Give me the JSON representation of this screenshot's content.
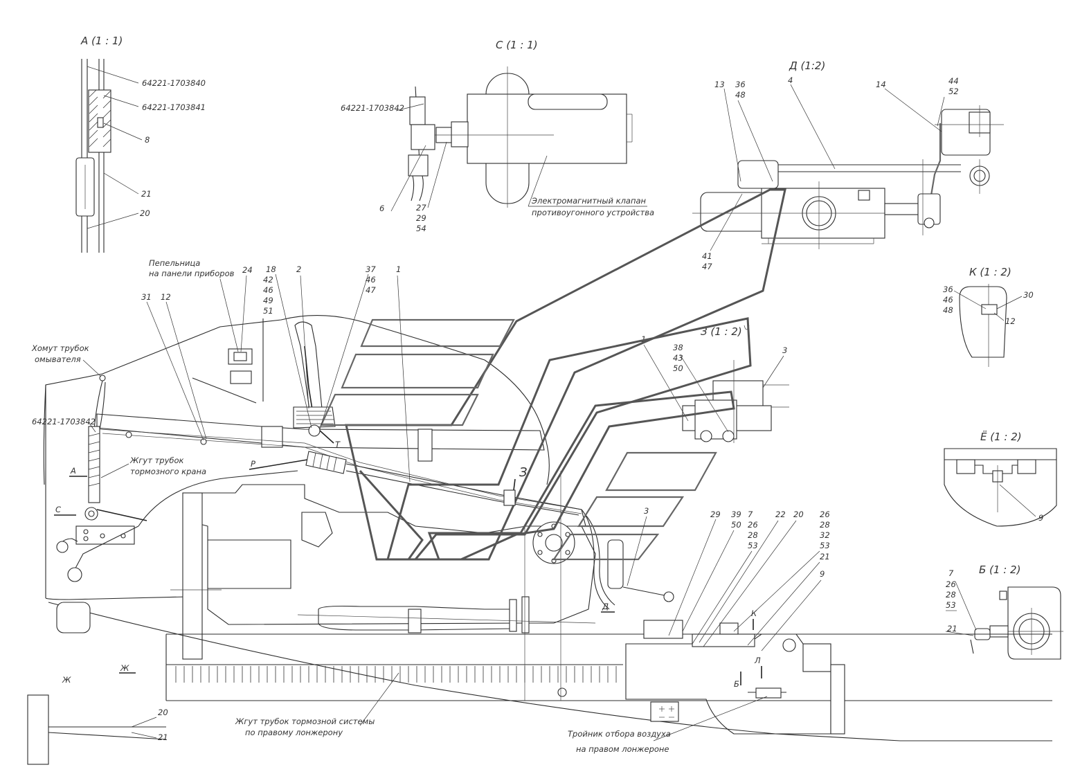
{
  "views": {
    "A": "А (1 : 1)",
    "C": "С (1 : 1)",
    "D": "Д (1:2)",
    "K": "К (1 : 2)",
    "Z": "З (1 : 2)",
    "E": "Ё (1 : 2)",
    "B": "Б (1 : 2)"
  },
  "part_numbers": {
    "p840": "64221-1703840",
    "p841": "64221-1703841",
    "p842a": "64221-1703842",
    "p842b": "64221-1703842"
  },
  "notes": {
    "valve_l1": "Электромагнитный клапан",
    "valve_l2": "противоугонного устройства",
    "ashtray_l1": "Пепельница",
    "ashtray_l2": "на панели приборов",
    "clamp_l1": "Хомут трубок",
    "clamp_l2": "омывателя",
    "brake_l1": "Жгут трубок",
    "brake_l2": "тормозного крана",
    "frame_l1": "Жгут трубок тормозной системы",
    "frame_l2": "по правому лонжерону",
    "tee_l1": "Тройник отбора воздуха",
    "tee_l2": "на правом лонжероне"
  },
  "view_marks": {
    "A": "А",
    "C": "С",
    "D": "Д",
    "Z": "З",
    "K": "К",
    "B": "Б",
    "L": "Л",
    "P": "Р",
    "T": "Т",
    "ZH1": "Ж",
    "ZH2": "Ж"
  },
  "callouts": {
    "a8": "8",
    "a21": "21",
    "a20": "20",
    "c6": "6",
    "c27": "27",
    "c29": "29",
    "c54": "54",
    "d13": "13",
    "d36": "36",
    "d48": "48",
    "d4": "4",
    "d14": "14",
    "d44": "44",
    "d52": "52",
    "d41": "41",
    "d47": "47",
    "k36": "36",
    "k46": "46",
    "k48": "48",
    "k30": "30",
    "k12": "12",
    "z1": "1",
    "z38": "38",
    "z43": "43",
    "z50": "50",
    "z3": "3",
    "e9": "9",
    "b7": "7",
    "b26": "26",
    "b28": "28",
    "b53": "53",
    "b21": "21",
    "m24": "24",
    "m31": "31",
    "m12": "12",
    "m18": "18",
    "m42": "42",
    "m46": "46",
    "m49": "49",
    "m51": "51",
    "m2": "2",
    "m37": "37",
    "m46b": "46",
    "m47": "47",
    "m1": "1",
    "m3": "3",
    "m29": "29",
    "m39": "39",
    "m50": "50",
    "m7": "7",
    "m26": "26",
    "m28": "28",
    "m53": "53",
    "m22": "22",
    "m20": "20",
    "m26b": "26",
    "m28b": "28",
    "m32": "32",
    "m53b": "53",
    "m21": "21",
    "m9": "9",
    "s20": "20",
    "s21": "21"
  }
}
